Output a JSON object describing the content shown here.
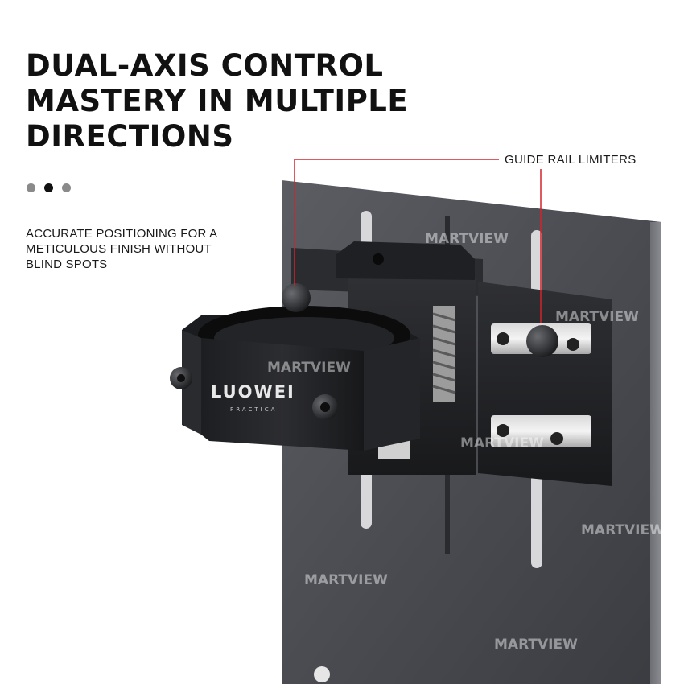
{
  "headline": {
    "lines": [
      "DUAL-AXIS CONTROL",
      "MASTERY IN MULTIPLE",
      "DIRECTIONS"
    ]
  },
  "pager_dots": {
    "count": 3,
    "active_index": 1,
    "colors": {
      "active": "#111111",
      "inactive": "#8a8a8a"
    }
  },
  "description": {
    "lines": [
      "ACCURATE POSITIONING FOR A",
      "METICULOUS FINISH WITHOUT",
      "BLIND SPOTS"
    ]
  },
  "callout": {
    "label": "GUIDE RAIL LIMITERS",
    "line_color": "#d2232a"
  },
  "product": {
    "brand_logo": "LUOWEI",
    "brand_sub": "PRACTICA",
    "watermark": "MARTVIEW"
  }
}
